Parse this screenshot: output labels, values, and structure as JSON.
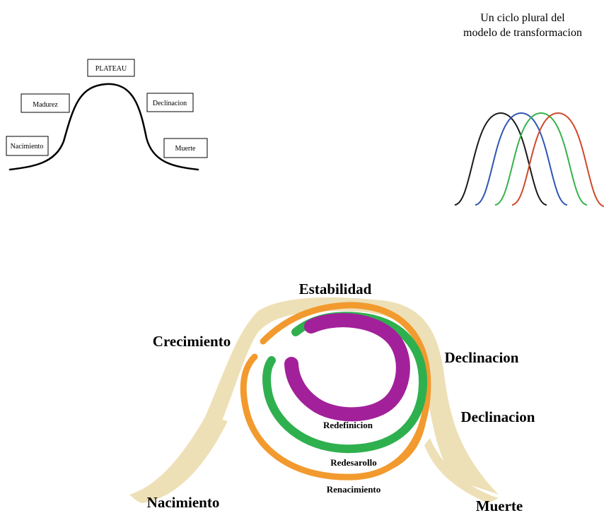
{
  "top_left": {
    "boxes": {
      "plateau": "PLATEAU",
      "madurez": "Madurez",
      "declinacion": "Declinacion",
      "nacimiento": "Nacimiento",
      "muerte": "Muerte"
    }
  },
  "top_right": {
    "title_line1": "Un ciclo plural del",
    "title_line2": "modelo de transformacion",
    "curve_colors": [
      "#1a1a1a",
      "#2f56b6",
      "#36b34a",
      "#d0492a"
    ]
  },
  "bottom": {
    "labels": {
      "estabilidad": "Estabilidad",
      "crecimiento": "Crecimiento",
      "declinacion_1": "Declinacion",
      "declinacion_2": "Declinacion",
      "nacimiento": "Nacimiento",
      "muerte": "Muerte",
      "redefinicion": "Redefinicion",
      "redesarollo": "Redesarollo",
      "renacimiento": "Renacimiento"
    },
    "colors": {
      "bell": "#eee0b6",
      "orange": "#f29a2e",
      "green": "#2fb04f",
      "purple": "#a2219a"
    }
  }
}
